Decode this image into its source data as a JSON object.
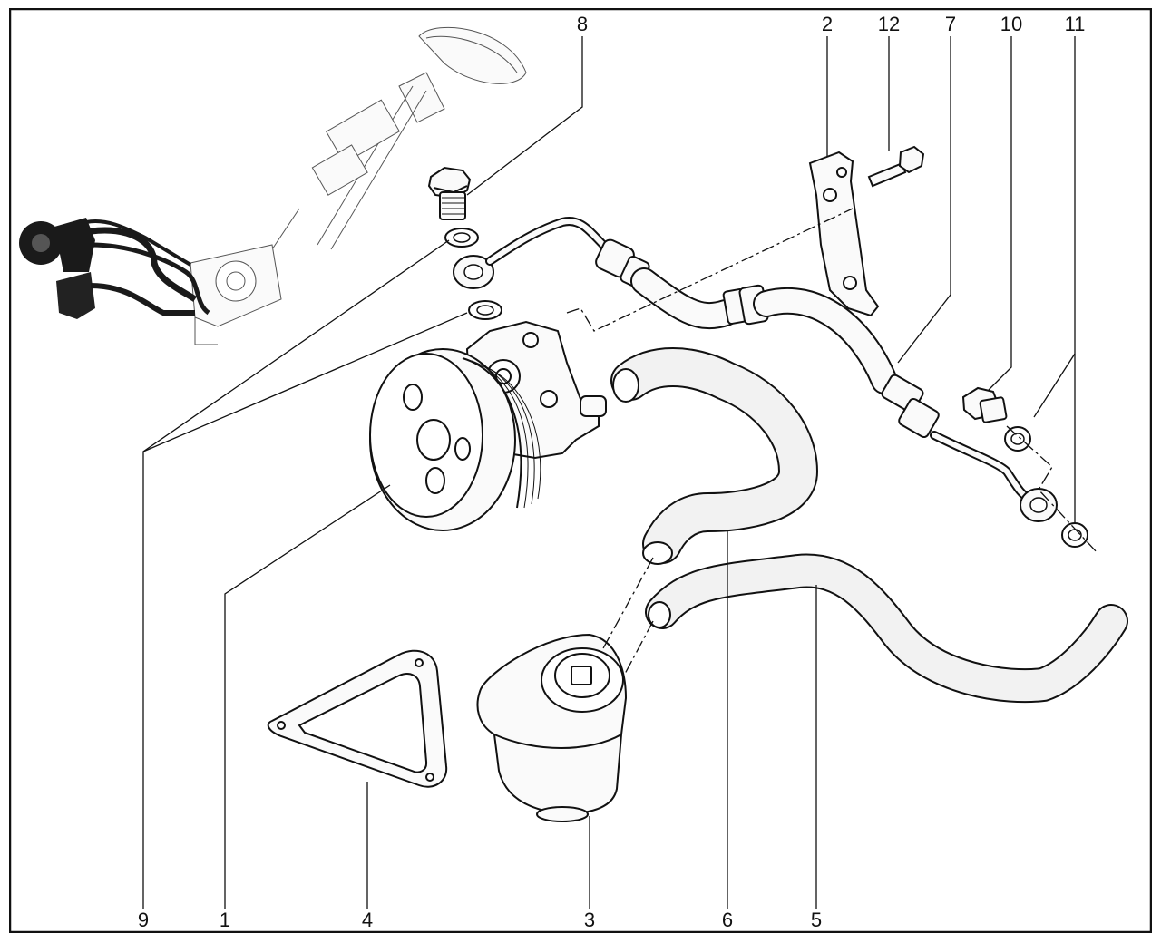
{
  "callouts": {
    "c1": "1",
    "c2": "2",
    "c3": "3",
    "c4": "4",
    "c5": "5",
    "c6": "6",
    "c7": "7",
    "c8": "8",
    "c9": "9",
    "c10": "10",
    "c11": "11",
    "c12": "12"
  },
  "colors": {
    "line": "#111111",
    "background": "#ffffff",
    "hose_fill": "#f2f2f2",
    "thumb_dark": "#1a1a1a"
  }
}
